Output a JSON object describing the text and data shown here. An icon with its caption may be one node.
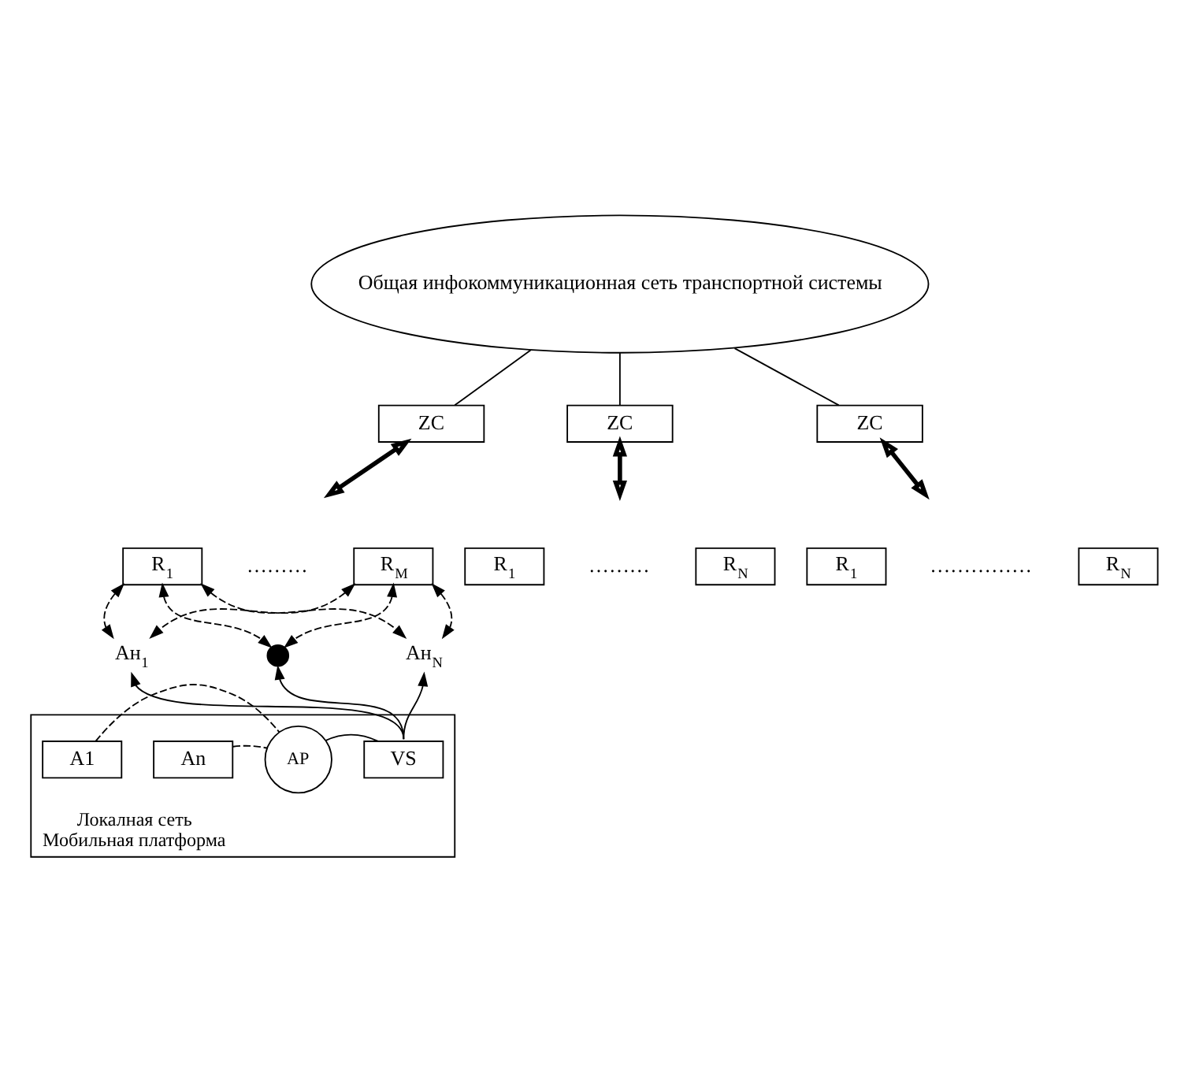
{
  "diagram": {
    "nodes": [
      {
        "text": [
          "Общая инфокоммуникационная сеть транспортной системы"
        ]
      },
      {
        "text": [
          "ZC"
        ]
      },
      {
        "text": [
          "ZC"
        ]
      },
      {
        "text": [
          "ZC"
        ]
      },
      {
        "text": [
          "R$_{1}$"
        ]
      },
      {
        "text": [
          "R$_{M}$"
        ]
      },
      {
        "text": [
          "R$_{1}$"
        ]
      },
      {
        "text": [
          "R$_{N}$"
        ]
      },
      {
        "text": [
          "R$_{1}$"
        ]
      },
      {
        "text": [
          "R$_{N}$"
        ]
      },
      {
        "text": [
          "Ан$_{1}$"
        ]
      },
      {
        "text": [],
        "shape": "point"
      },
      {
        "text": [
          "Ан$_{N}$"
        ]
      },
      {
        "text": [
          "Локалная сеть",
          "Мобильная платформа"
        ]
      },
      {
        "text": [
          "A1"
        ],
        "in": 13
      },
      {
        "text": [
          "An"
        ],
        "in": 13
      },
      {
        "text": [
          "AP"
        ],
        "in": 13
      },
      {
        "text": [
          "VS"
        ],
        "in": 13
      }
    ],
    "edges": [
      {
        "from": 0,
        "to": 1,
        "arrow": "none"
      },
      {
        "from": 0,
        "to": 2,
        "arrow": "none"
      },
      {
        "from": 0,
        "to": 3,
        "arrow": "none"
      },
      {
        "from": 1,
        "to": null,
        "arrow": "both",
        "style": "thick"
      },
      {
        "from": 2,
        "to": null,
        "arrow": "both",
        "style": "thick"
      },
      {
        "from": 3,
        "to": null,
        "arrow": "both",
        "style": "thick"
      },
      {
        "from": 4,
        "to": 10,
        "arrow": "both",
        "style": "dashed"
      },
      {
        "from": 4,
        "to": 11,
        "arrow": "both",
        "style": "dashed"
      },
      {
        "from": 4,
        "to": 12,
        "arrow": "both",
        "style": "dashed"
      },
      {
        "from": 5,
        "to": 10,
        "arrow": "both",
        "style": "dashed"
      },
      {
        "from": 5,
        "to": 11,
        "arrow": "both",
        "style": "dashed"
      },
      {
        "from": 5,
        "to": 12,
        "arrow": "both",
        "style": "dashed"
      },
      {
        "from": 17,
        "to": 10,
        "arrow": "to"
      },
      {
        "from": 17,
        "to": 11,
        "arrow": "to"
      },
      {
        "from": 17,
        "to": 12,
        "arrow": "to"
      },
      {
        "from": 14,
        "to": 16,
        "arrow": "none",
        "style": "dashed"
      },
      {
        "from": 15,
        "to": 16,
        "arrow": "none",
        "style": "dashed"
      },
      {
        "from": 16,
        "to": 17,
        "arrow": "none"
      }
    ],
    "labels": [
      "………",
      "………",
      "……………"
    ]
  }
}
